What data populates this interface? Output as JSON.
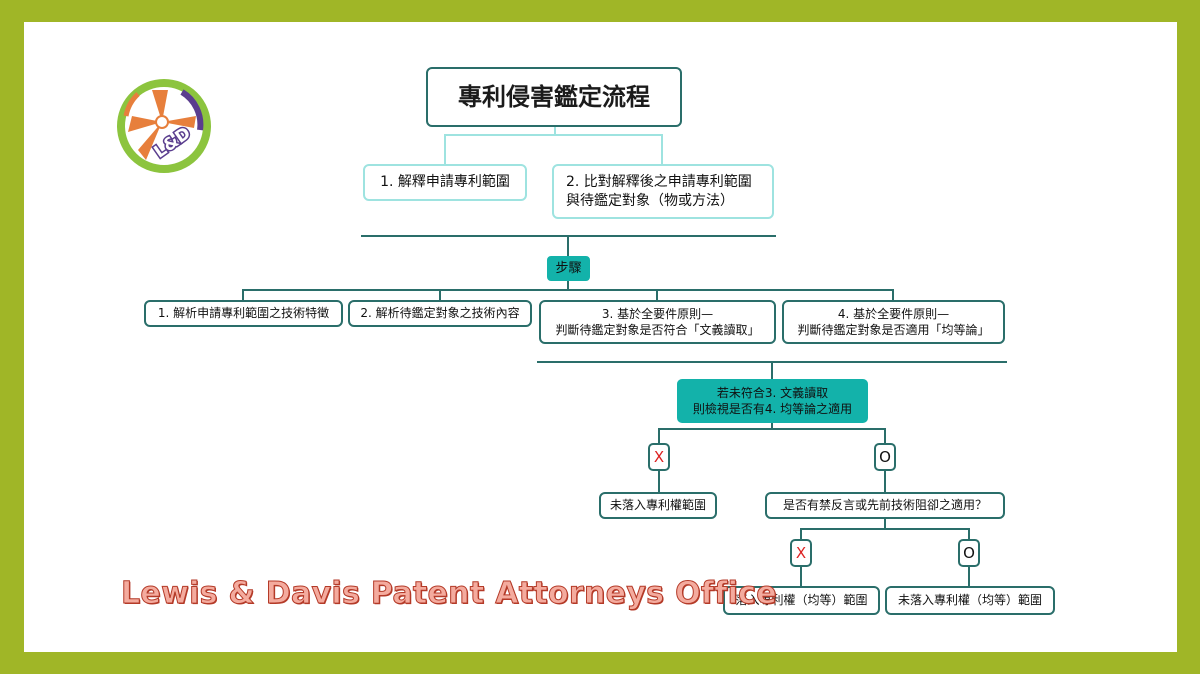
{
  "colors": {
    "frame": "#a0b627",
    "accent_teal": "#13b2aa",
    "box_border": "#2a6e6a",
    "title_border_light": "#9ee3e0",
    "mark_x": "#dd2222",
    "office_text": "#f4ab9e",
    "office_outline": "#b43a28",
    "logo_green": "#8cc43e",
    "logo_orange": "#e77f3c",
    "logo_purple": "#5a3d8e"
  },
  "logo": {
    "text": "L&D"
  },
  "title": "專利侵害鑑定流程",
  "level1": {
    "item1": "1. 解釋申請專利範圍",
    "item2_line1": "2. 比對解釋後之申請專利範圍",
    "item2_line2": "與待鑑定對象（物或方法）"
  },
  "steps_label": "步驟",
  "steps": {
    "s1": "1. 解析申請專利範圍之技術特徵",
    "s2": "2. 解析待鑑定對象之技術內容",
    "s3_line1": "3. 基於全要件原則—",
    "s3_line2": "判斷待鑑定對象是否符合「文義讀取」",
    "s4_line1": "4. 基於全要件原則—",
    "s4_line2": "判斷待鑑定對象是否適用「均等論」"
  },
  "condition": {
    "line1": "若未符合3. 文義讀取",
    "line2": "則檢視是否有4. 均等論之適用"
  },
  "marks": {
    "x": "X",
    "o": "O"
  },
  "results": {
    "not_within": "未落入專利權範圍",
    "estoppel_question": "是否有禁反言或先前技術阻卻之適用？",
    "within_equivalent": "落入專利權（均等）範圍",
    "not_within_equivalent": "未落入專利權（均等）範圍"
  },
  "office_name": "Lewis & Davis Patent Attorneys Office"
}
